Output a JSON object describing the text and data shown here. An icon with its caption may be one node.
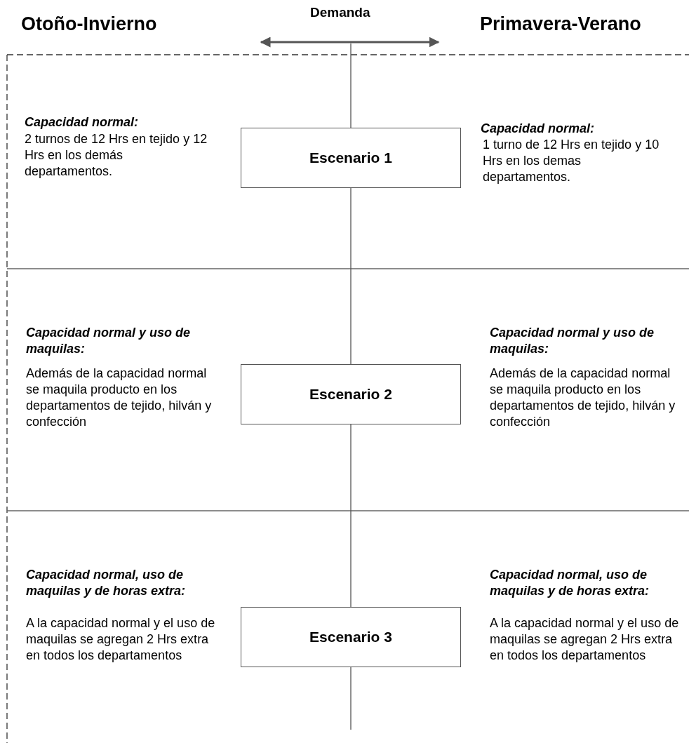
{
  "diagram": {
    "nodes": [
      {
        "text": [
          "Escenario 1"
        ]
      },
      {
        "text": [
          "Escenario 2"
        ]
      },
      {
        "text": [
          "Escenario 3"
        ]
      }
    ],
    "edges": [
      {
        "from": null,
        "to": 0,
        "arrow": "none"
      },
      {
        "from": 0,
        "to": 1,
        "arrow": "none"
      },
      {
        "from": 1,
        "to": 2,
        "arrow": "none"
      },
      {
        "from": 2,
        "to": null,
        "arrow": "none"
      }
    ],
    "labels": [
      "Otoño-Invierno",
      "Demanda",
      "Primavera-Verano",
      "Capacidad normal:",
      "2 turnos de 12 Hrs en tejido y 12 Hrs en los demás departamentos.",
      "Capacidad normal:",
      "1 turno de 12 Hrs en tejido y 10 Hrs en los demas departamentos.",
      "Capacidad normal y uso de maquilas:",
      "Además de la capacidad normal se maquila producto en los departamentos de tejido, hilván y confección",
      "Capacidad normal y uso de maquilas:",
      "Además de la capacidad normal se maquila producto en los departamentos de tejido, hilván y confección",
      "Capacidad normal, uso de maquilas y de horas extra:",
      "A la capacidad normal y el uso de maquilas se agregan 2 Hrs extra en todos los departamentos",
      "Capacidad normal, uso de maquilas y de horas extra:",
      "A la capacidad normal y el uso de maquilas se agregan 2 Hrs extra en todos los departamentos"
    ]
  }
}
